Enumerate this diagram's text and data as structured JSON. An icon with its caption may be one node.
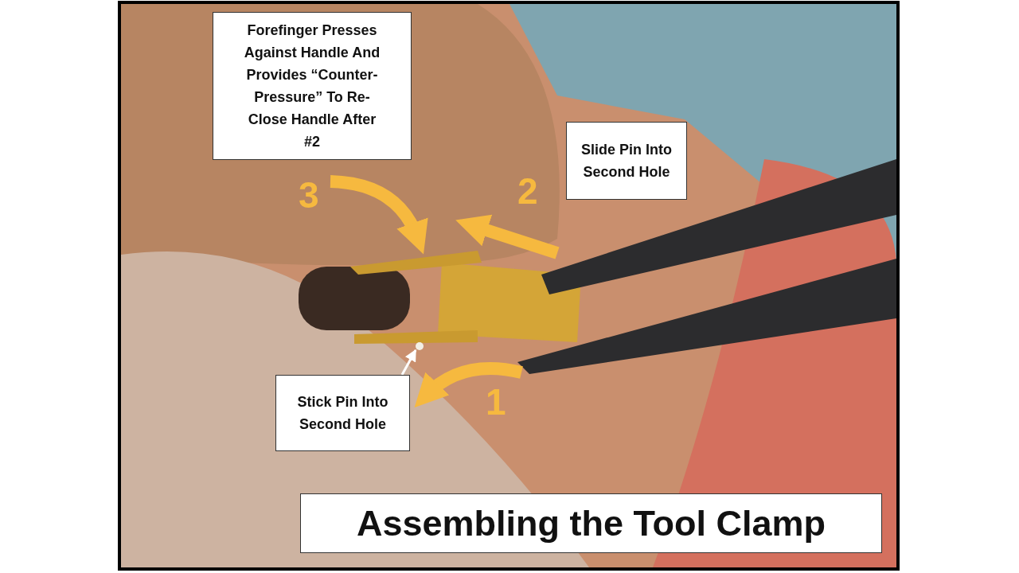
{
  "diagram": {
    "title": "Assembling the Tool Clamp",
    "nodes": [
      {
        "text": [
          "Forefinger Presses Against Handle And Provides “Counter-Pressure” To Re-Close Handle After #2"
        ]
      },
      {
        "text": [
          "Slide Pin Into Second Hole"
        ]
      },
      {
        "text": [
          "Stick Pin Into Second Hole"
        ]
      },
      {
        "text": [],
        "shape": "circle"
      }
    ],
    "edges": [
      {
        "from": 2,
        "to": 3,
        "arrow": "to",
        "color": "#ffffff"
      }
    ],
    "labels": [
      "3",
      "2",
      "1"
    ]
  }
}
